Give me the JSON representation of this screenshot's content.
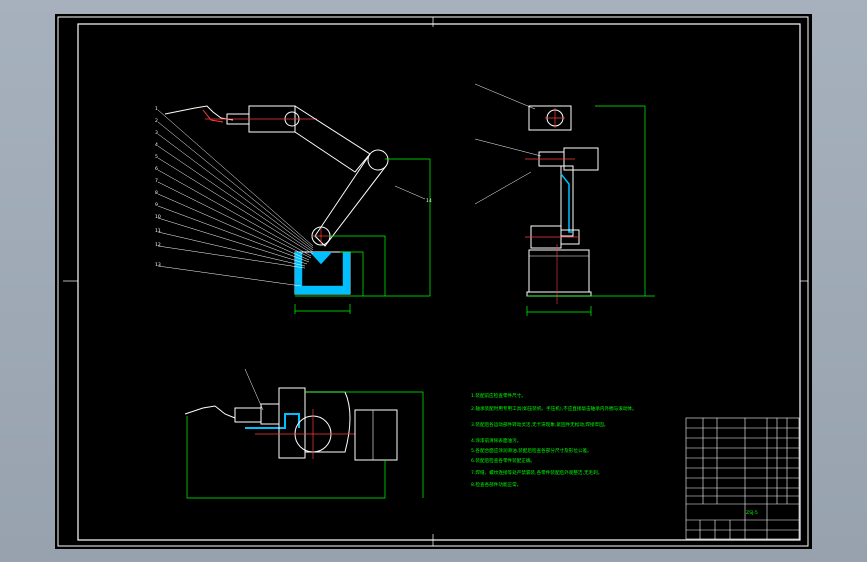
{
  "drawing": {
    "title_block_label": "ZSJ-5",
    "tech_notes": [
      "1.装配前应检查零件尺寸。",
      "2.轴承装配时用专用工具(如压装机、手压机),不应直接敲击轴承内外圈与滚动体。",
      "3.装配后各运动部件转动灵活,无卡滞现象,紧固件无松动,焊接牢固。",
      "4.涂漆前清除表面油污。",
      "5.各配合面应涂润滑油,装配后检查各部分尺寸及形位公差。",
      "6.装配后检查各零件装配正确。",
      "7.焊缝、螺纹连接等处严禁漏装,各零件装配后外观整洁,无毛刺。",
      "8.检查各部件功能正常。"
    ]
  },
  "colors": {
    "background": "#000000",
    "frame": "#ffffff",
    "dimension": "#00ff00",
    "part": "#ffffff",
    "centerline": "#ff0000",
    "hatch": "#00bfff",
    "notes": "#00ff00"
  }
}
